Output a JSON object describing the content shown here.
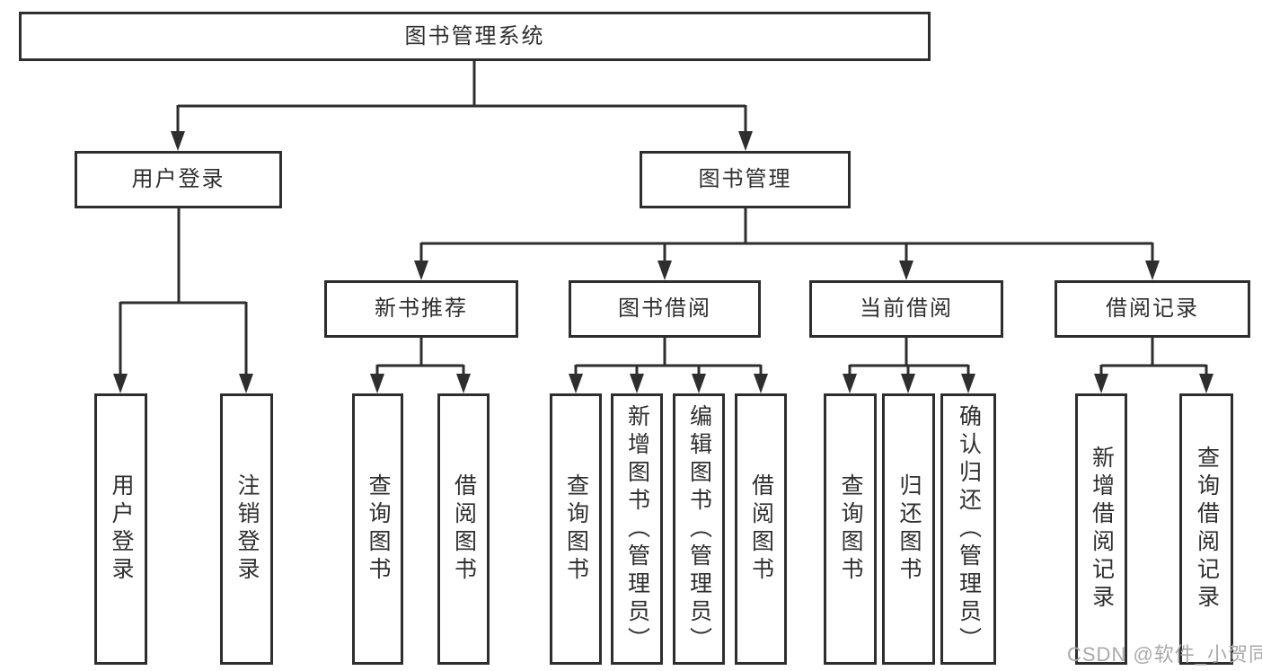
{
  "root": {
    "label": "图书管理系统"
  },
  "branches": [
    {
      "label": "用户登录",
      "children": [
        {
          "label": "用户登录"
        },
        {
          "label": "注销登录"
        }
      ]
    },
    {
      "label": "图书管理",
      "sections": [
        {
          "label": "新书推荐",
          "children": [
            {
              "label": "查询图书"
            },
            {
              "label": "借阅图书"
            }
          ]
        },
        {
          "label": "图书借阅",
          "children": [
            {
              "label": "查询图书"
            },
            {
              "label": "新增图书（管理员）"
            },
            {
              "label": "编辑图书（管理员）"
            },
            {
              "label": "借阅图书"
            }
          ]
        },
        {
          "label": "当前借阅",
          "children": [
            {
              "label": "查询图书"
            },
            {
              "label": "归还图书"
            },
            {
              "label": "确认归还（管理员）"
            }
          ]
        },
        {
          "label": "借阅记录",
          "children": [
            {
              "label": "新增借阅记录"
            },
            {
              "label": "查询借阅记录"
            }
          ]
        }
      ]
    }
  ],
  "watermark": {
    "text": "CSDN @软件_小贺同学"
  },
  "colors": {
    "line": "#2e2e2e",
    "text": "#2f2f2f",
    "watermark": "#a9a9a9",
    "background": "#ffffff"
  }
}
